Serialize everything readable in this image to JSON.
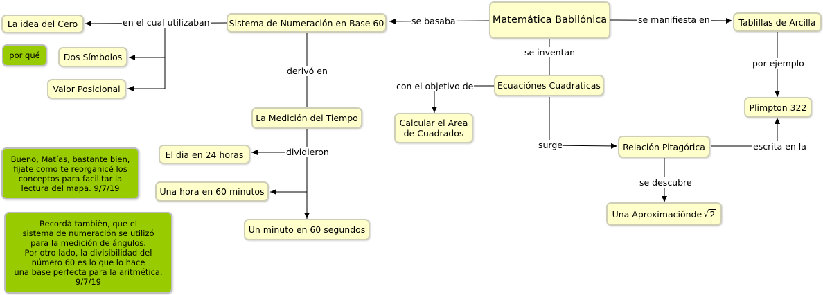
{
  "nodes": {
    "main": "Matemática Babilónica",
    "base60": "Sistema de Numeración en Base 60",
    "tablillas": "Tablillas de Arcilla",
    "cero": "La idea del Cero",
    "porque": "por qué",
    "dos_simbolos": "Dos Símbolos",
    "valor_posicional": "Valor Posicional",
    "ecuaciones": "Ecuaciónes Cuadraticas",
    "calcular_area": "Calcular el Area\nde Cuadrados",
    "plimpton": "Plimpton 322",
    "medicion_tiempo": "La Medición del Tiempo",
    "dia_24": "El dia en 24 horas",
    "hora_60": "Una hora en 60 minutos",
    "minuto_60": "Un minuto en 60 segundos",
    "relacion_pitagorica": "Relación Pitagórica",
    "aproximacion": "Una Aproximaciónde",
    "sqrt_arg": "2"
  },
  "notes": {
    "note1": "Bueno, Matías, bastante bien,\nfijate como te reorganicé los\nconceptos para facilitar la\nlectura del mapa.  9/7/19",
    "note2": "Recordà tambièn, que el\nsistema de numeración se utilizó\npara la medición de ángulos.\nPor otro lado, la divisibilidad del\nnúmero 60 es lo que lo hace\nuna base perfecta para la aritmética.\n9/7/19"
  },
  "links": {
    "se_basaba": "se basaba",
    "se_manifiesta_en": "se manifiesta en",
    "en_el_cual_utilizaban": "en el cual utilizaban",
    "se_inventan": "se inventan",
    "por_ejemplo": "por ejemplo",
    "derivo_en": "derivó en",
    "con_el_objetivo_de": "con el objetivo de",
    "dividieron": "dividieron",
    "surge": "surge",
    "escrita_en_la": "escrita en la",
    "se_descubre": "se descubre"
  },
  "colors": {
    "concept_fill": "#ffffcc",
    "note_fill": "#99cc00",
    "line": "#000000"
  }
}
